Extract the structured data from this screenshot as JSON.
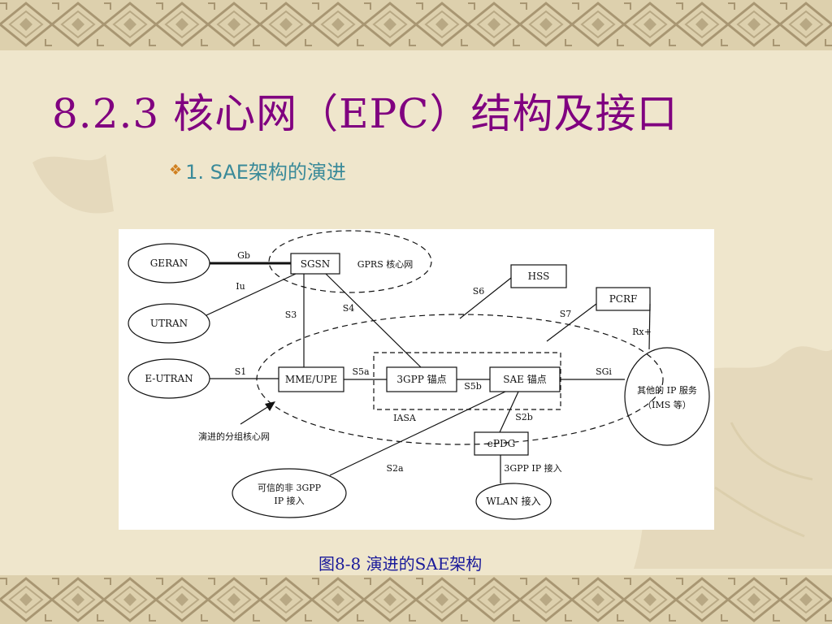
{
  "slide": {
    "title": "8.2.3  核心网（EPC）结构及接口",
    "bullet_icon": "diamond-bullet-icon",
    "bullet_text": "1. SAE架构的演进",
    "caption": "图8-8   演进的SAE架构"
  },
  "diagram": {
    "nodes": {
      "geran": "GERAN",
      "utran": "UTRAN",
      "eutran": "E-UTRAN",
      "sgsn": "SGSN",
      "gprs_core": "GPRS 核心网",
      "hss": "HSS",
      "pcrf": "PCRF",
      "mme_upe": "MME/UPE",
      "anchor_3gpp": "3GPP 锚点",
      "sae_anchor": "SAE 锚点",
      "ip_services_line1": "其他的 IP 服务",
      "ip_services_line2": "（IMS 等）",
      "epdg": "ePDG",
      "wlan": "WLAN 接入",
      "trusted_line1": "可信的非 3GPP",
      "trusted_line2": "IP 接入",
      "evolved_core": "演进的分组核心网",
      "iasa": "IASA"
    },
    "interfaces": {
      "gb": "Gb",
      "iu": "Iu",
      "s1": "S1",
      "s3": "S3",
      "s4": "S4",
      "s5a": "S5a",
      "s5b": "S5b",
      "s6": "S6",
      "s7": "S7",
      "rx": "Rx+",
      "sgi": "SGi",
      "s2a": "S2a",
      "s2b": "S2b",
      "ip_access_3gpp": "3GPP IP 接入"
    }
  },
  "colors": {
    "title": "#800080",
    "bullet_text": "#3a8a99",
    "bullet_icon": "#d08020",
    "caption": "#1a1a9a",
    "background": "#efe6cc"
  }
}
